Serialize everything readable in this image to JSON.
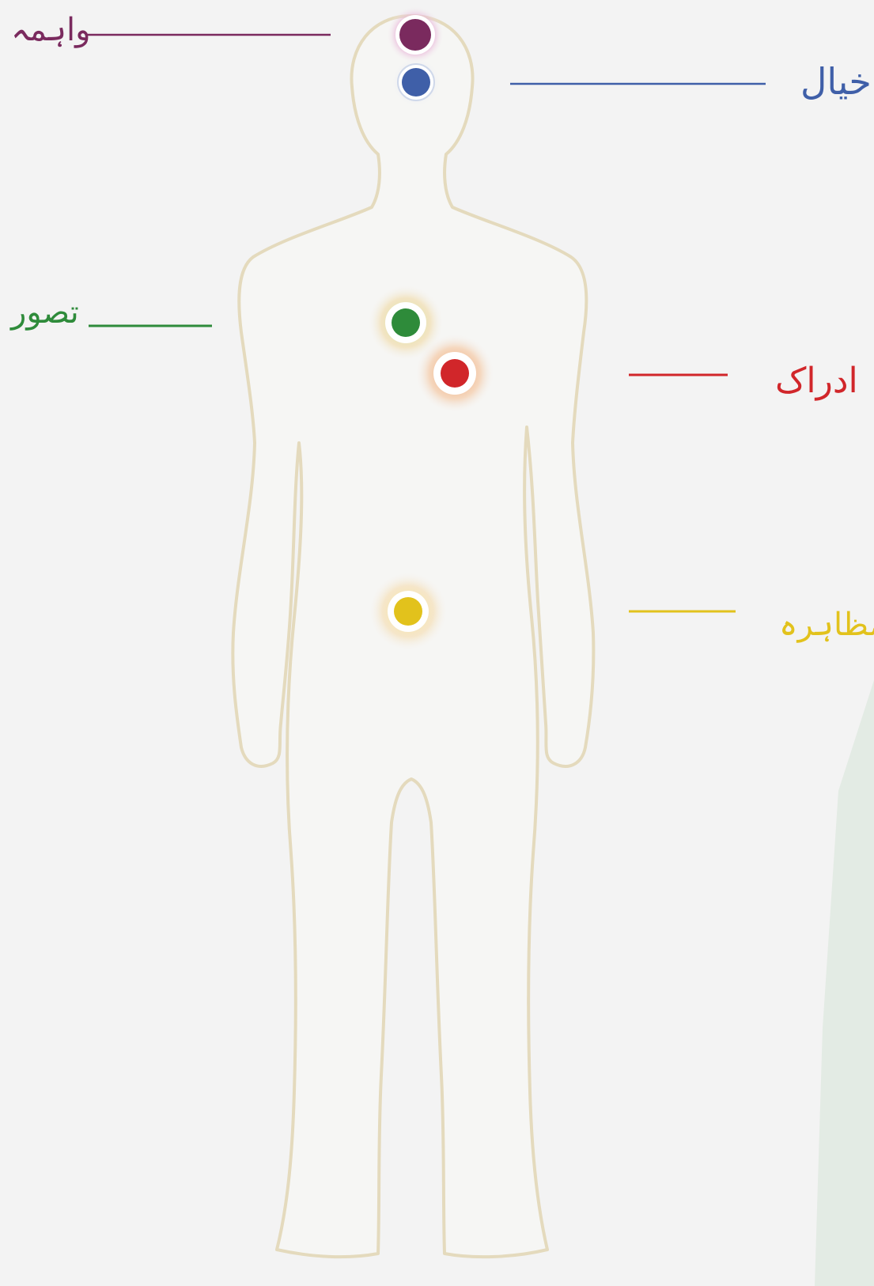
{
  "labels": {
    "wahma": "واہمہ",
    "khayal": "خیال",
    "tasawwur": "تصور",
    "idrak": "ادراک",
    "mazahira": "مظاہرہ"
  },
  "colors": {
    "wahma": "#7a2a5e",
    "khayal": "#3f5fa8",
    "tasawwur": "#2e8b3a",
    "idrak": "#d1262a",
    "mazahira": "#e2c21c",
    "outline": "#e6dcc2",
    "background": "#f3f3f3"
  }
}
